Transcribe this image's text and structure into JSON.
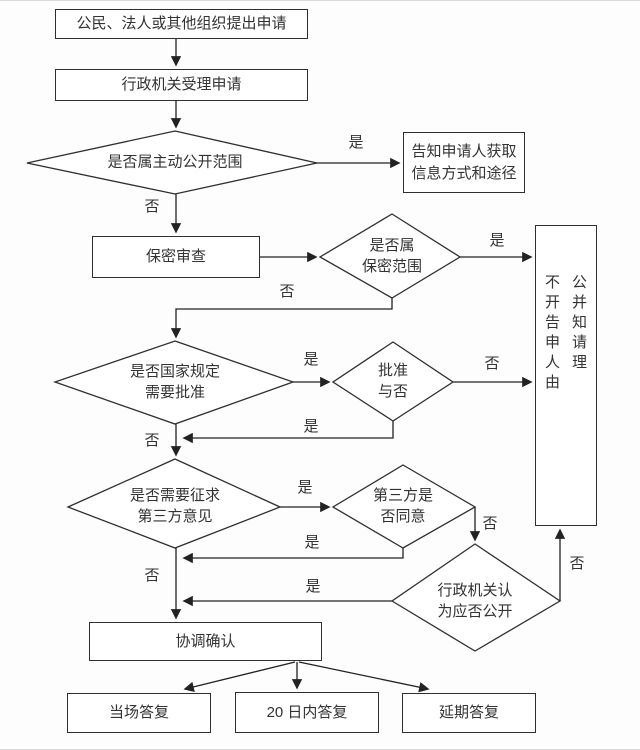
{
  "edge_labels": {
    "yes": "是",
    "no": "否"
  },
  "nodes": {
    "apply": "公民、法人或其他组织提出申请",
    "accept": "行政机关受理申请",
    "inform": "告知申请人获取\n信息方式和途径",
    "secrecy_review": "保密审查",
    "coordinate": "协调确认",
    "reply_onsite": "当场答复",
    "reply_20days": "20 日内答复",
    "reply_delayed": "延期答复",
    "not_disclose": {
      "column1": "不开告申人由",
      "column2": "公并知请理"
    }
  },
  "decisions": {
    "is_proactive": "是否属主动公开范围",
    "is_secret": "是否属\n保密范围",
    "needs_approval": "是否国家规定\n需要批准",
    "approved": "批准\n与否",
    "needs_third_party": "是否需要征求\n第三方意见",
    "third_party_agrees": "第三方是\n否同意",
    "admin_decides": "行政机关认\n为应否公开"
  }
}
